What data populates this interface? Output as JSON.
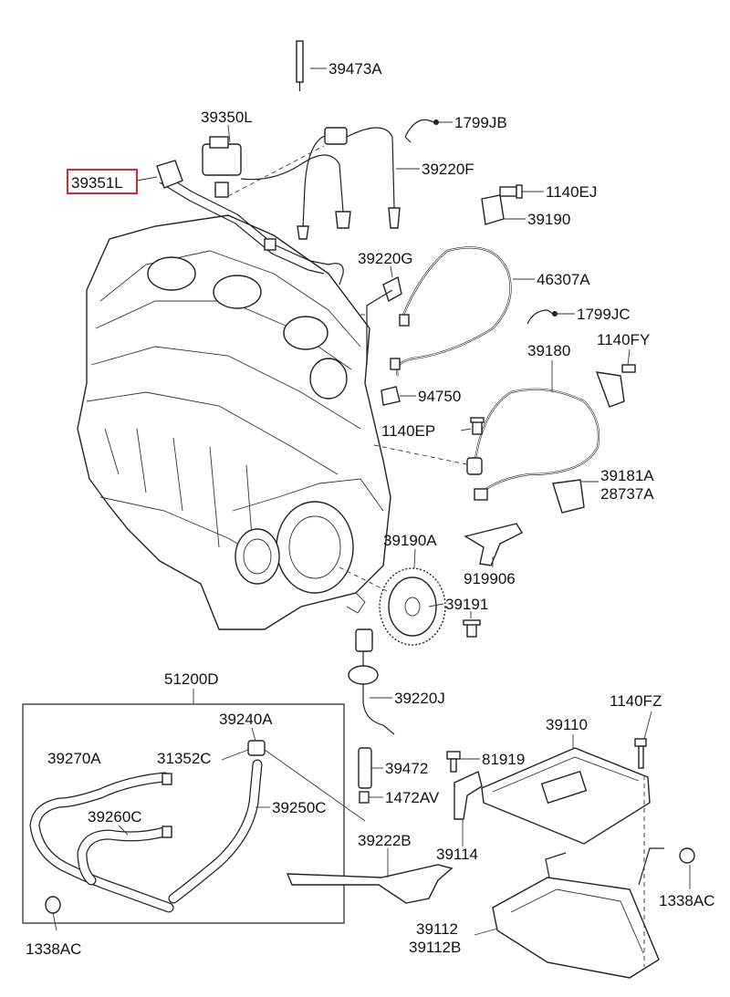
{
  "highlight_color": "#e0242b",
  "labels": {
    "p39473A": "39473A",
    "p39350L": "39350L",
    "p1799JB": "1799JB",
    "p39351L": "39351L",
    "p39220F": "39220F",
    "p1140EJ": "1140EJ",
    "p39190": "39190",
    "p39220G": "39220G",
    "p46307A": "46307A",
    "p1799JC": "1799JC",
    "p39180": "39180",
    "p1140FY": "1140FY",
    "p94750": "94750",
    "p1140EP": "1140EP",
    "p39181A": "39181A",
    "p28737A": "28737A",
    "p39190A": "39190A",
    "p919906": "919906",
    "p39191": "39191",
    "p51200D": "51200D",
    "p39220J": "39220J",
    "p39240A": "39240A",
    "p39270A": "39270A",
    "p31352C": "31352C",
    "p39472": "39472",
    "p1140FZ": "1140FZ",
    "p39110": "39110",
    "p81919": "81919",
    "p1472AV": "1472AV",
    "p39250C": "39250C",
    "p39260C": "39260C",
    "p39114": "39114",
    "p39222B": "39222B",
    "p1338AC_right": "1338AC",
    "p39112": "39112",
    "p39112B": "39112B",
    "p1338AC_left": "1338AC"
  }
}
